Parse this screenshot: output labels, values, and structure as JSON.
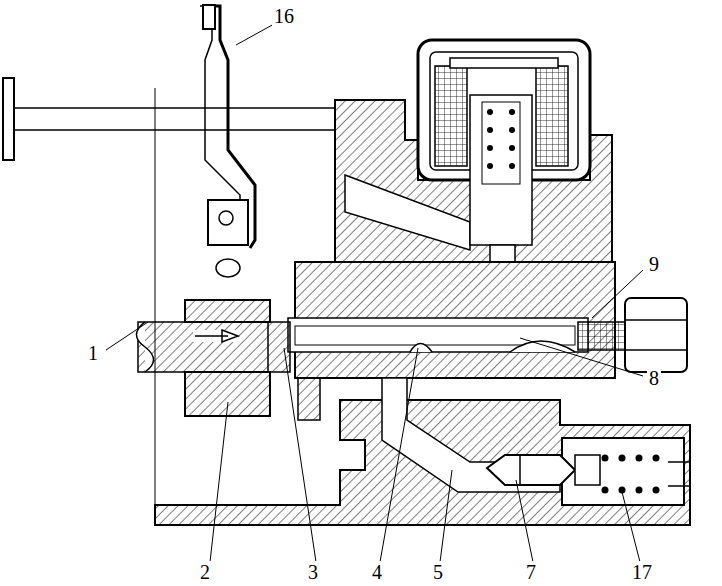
{
  "diagram": {
    "labels": [
      "16",
      "9",
      "1",
      "8",
      "2",
      "3",
      "4",
      "5",
      "7",
      "17"
    ]
  }
}
